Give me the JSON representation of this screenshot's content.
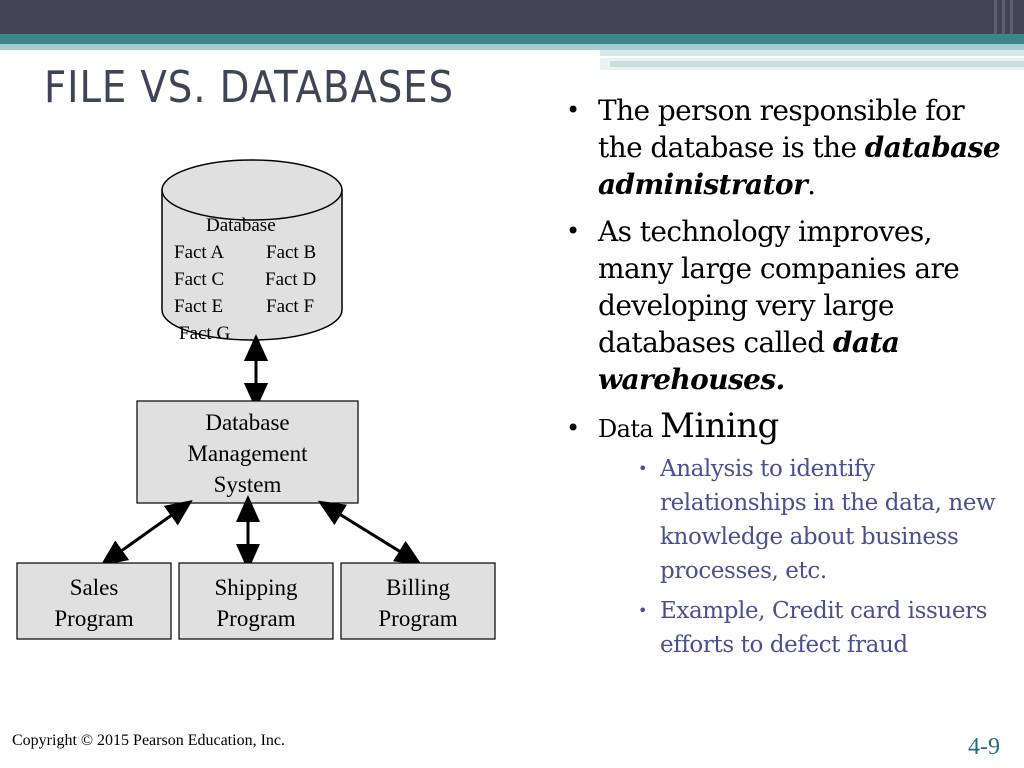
{
  "slide": {
    "title": "FILE VS. DATABASES",
    "copyright": "Copyright © 2015 Pearson Education, Inc.",
    "page_number": "4-9"
  },
  "diagram": {
    "database": {
      "label": "Database",
      "facts": [
        "Fact A",
        "Fact B",
        "Fact C",
        "Fact D",
        "Fact E",
        "Fact F",
        "Fact G"
      ]
    },
    "dbms": {
      "line1": "Database",
      "line2": "Management",
      "line3": "System"
    },
    "programs": [
      {
        "line1": "Sales",
        "line2": "Program"
      },
      {
        "line1": "Shipping",
        "line2": "Program"
      },
      {
        "line1": "Billing",
        "line2": "Program"
      }
    ]
  },
  "bullets": {
    "b1_pre": "The person responsible for the database is the ",
    "b1_em": "database administrator",
    "b1_post": ".",
    "b2_pre": "As technology improves, many large companies are developing very large databases called ",
    "b2_em": "data warehouses.",
    "b3_small": "Data ",
    "b3_big": "Mining",
    "sub1": "Analysis to identify relationships in the data, new knowledge about business processes, etc.",
    "sub2": "Example, Credit card issuers efforts to defect fraud"
  },
  "colors": {
    "header_dark": "#424456",
    "header_teal": "#3f8587",
    "title": "#404457",
    "sub_bullet": "#4b4f8f",
    "page_number": "#1f6e86",
    "box_fill": "#e0e0e0"
  }
}
